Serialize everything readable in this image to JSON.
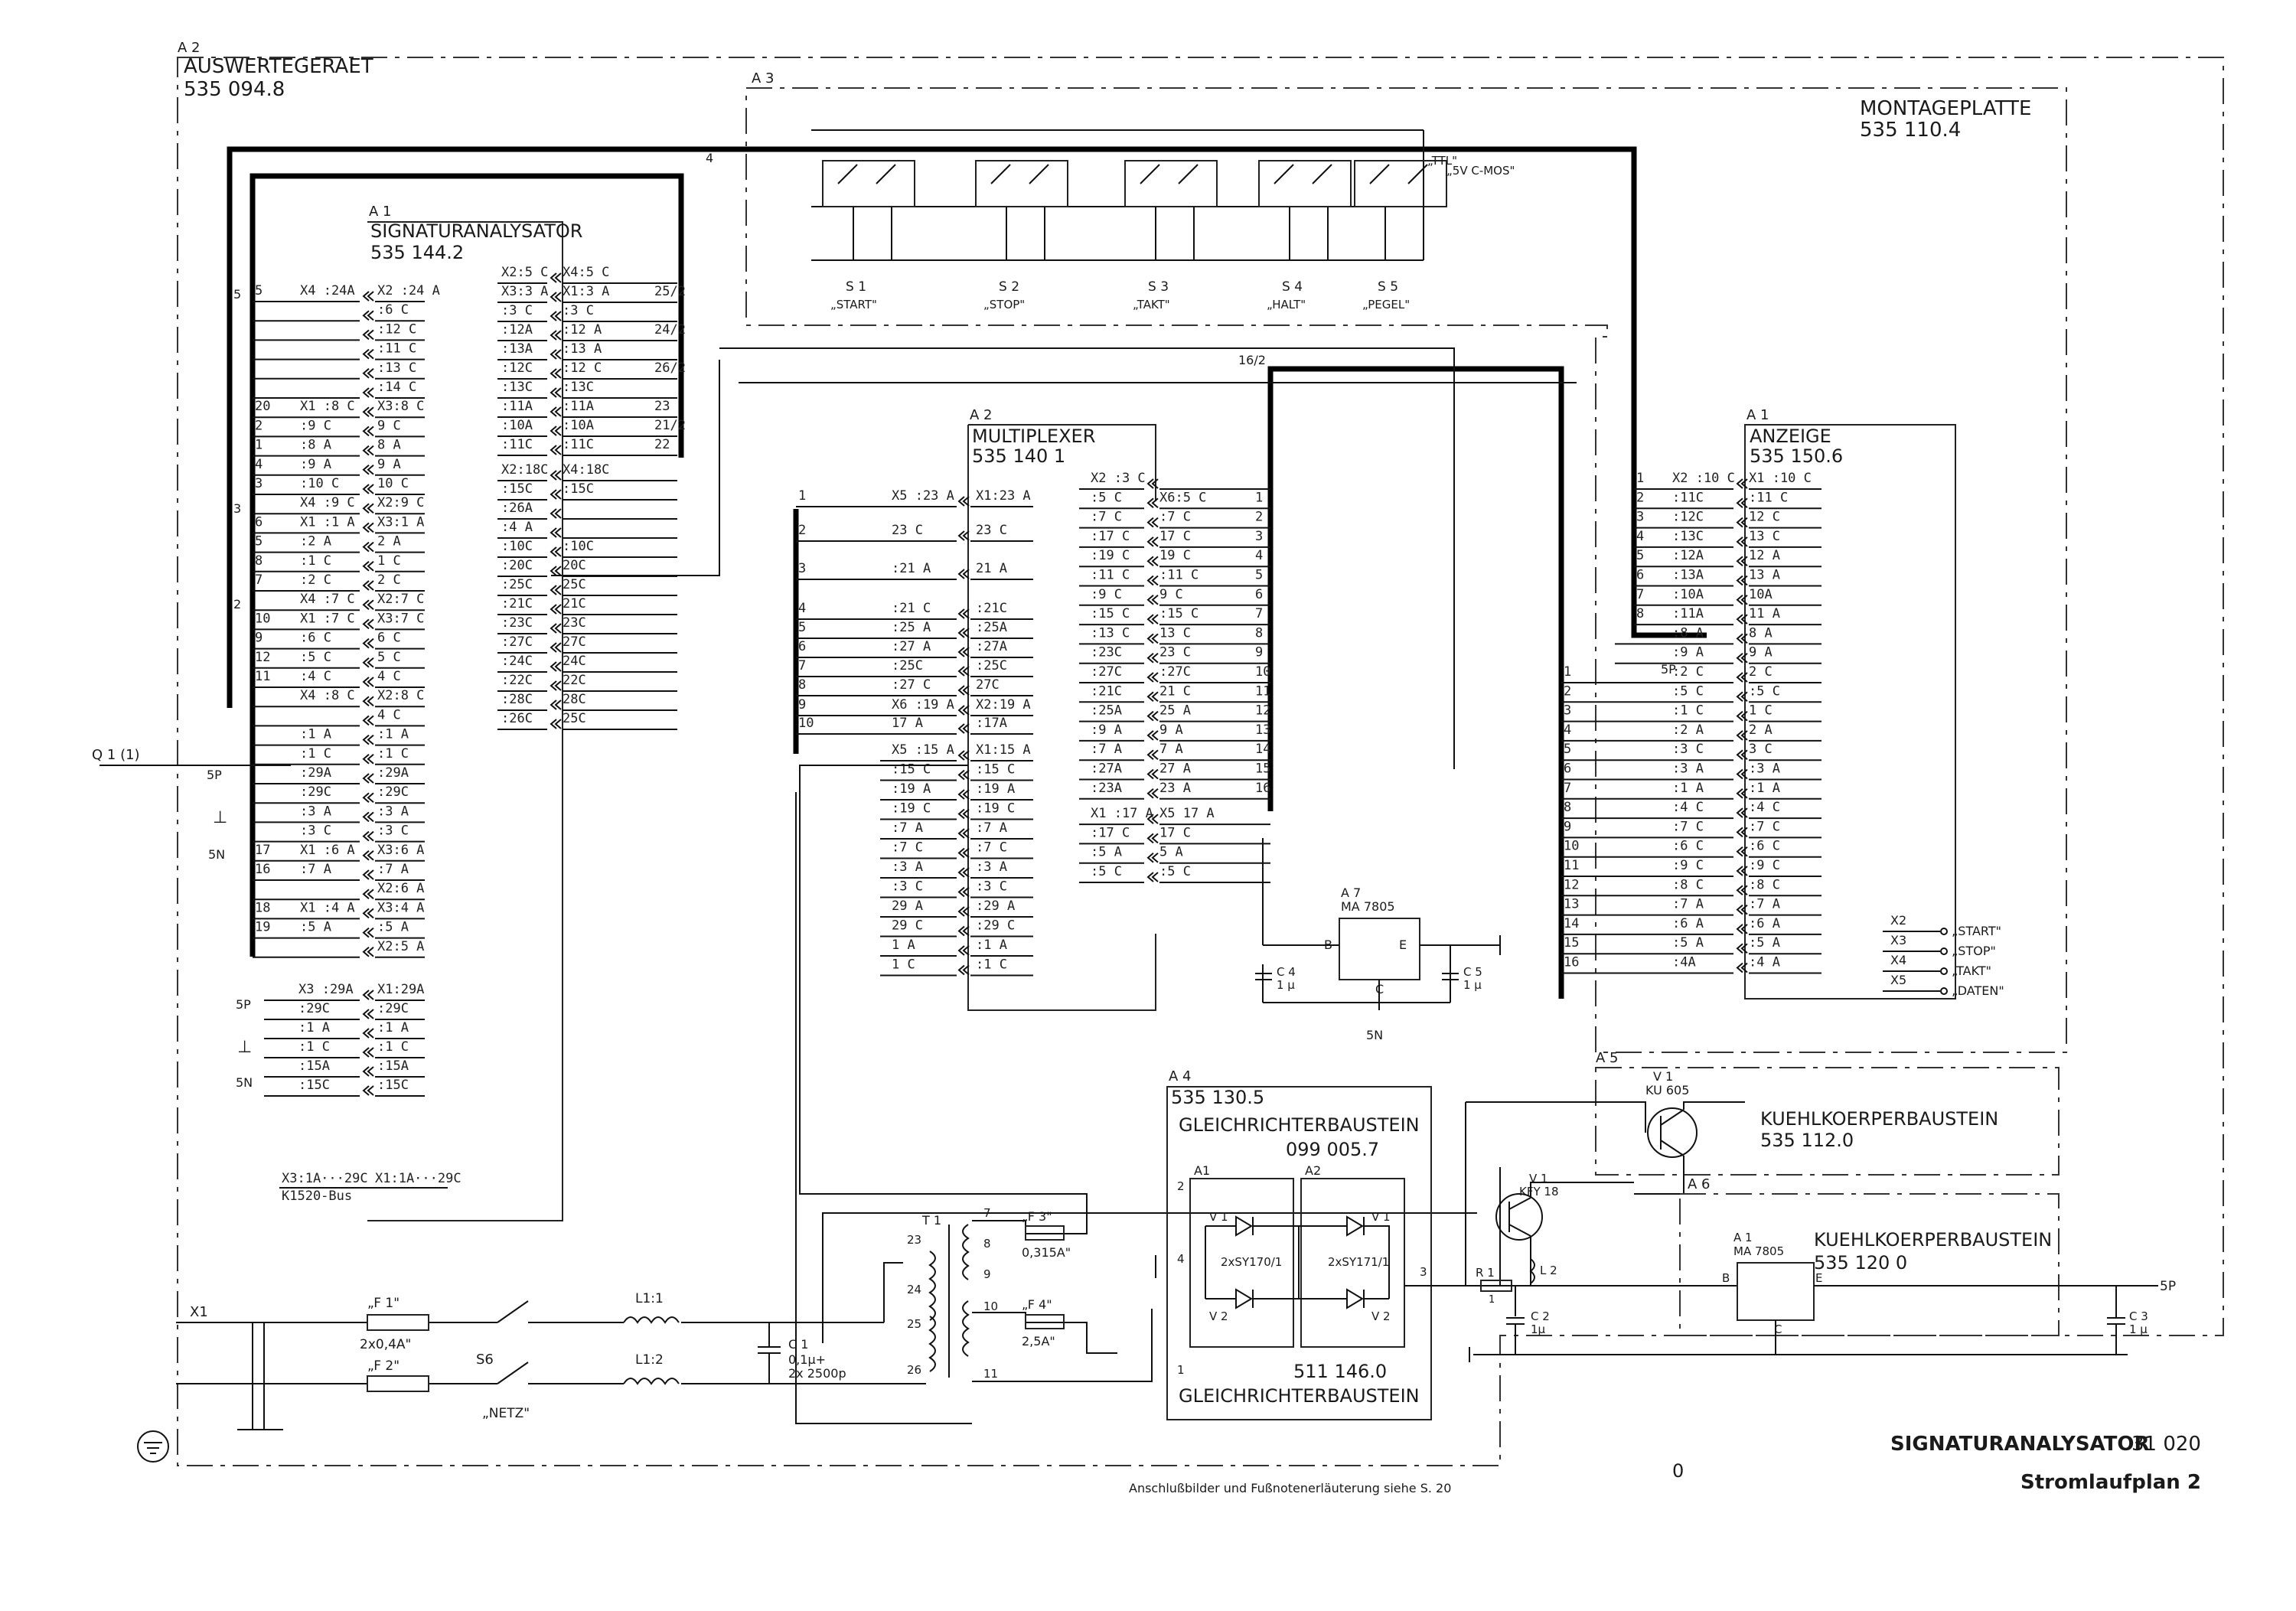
{
  "title_block": {
    "doc_title": "SIGNATURANALYSATOR",
    "doc_number": "31 020",
    "sheet_title": "Stromlaufplan 2",
    "page_marker": "0",
    "footnote": "Anschlußbilder und Fußnotenerläuterung siehe S. 20"
  },
  "modules": {
    "a2_ref": "A 2",
    "a2_name": "AUSWERTEGERAET",
    "a2_num": "535 094.8",
    "a3_ref": "A 3",
    "a3_name": "MONTAGEPLATTE",
    "a3_num": "535 110.4",
    "a1_ref": "A 1",
    "a1_name": "SIGNATURANALYSATOR",
    "a1_num": "535 144.2",
    "mux_ref": "A 2",
    "mux_name": "MULTIPLEXER",
    "mux_num": "535 140 1",
    "anz_ref": "A 1",
    "anz_name": "ANZEIGE",
    "anz_num": "535 150.6",
    "a7_ref": "A 7",
    "a7_name": "MA 7805",
    "a4_ref": "A 4",
    "a4_num": "535 130.5",
    "a4_name": "GLEICHRICHTERBAUSTEIN",
    "a4_sub": "099 005.7",
    "a4_sub2": "511 146.0",
    "a4_name2": "GLEICHRICHTERBAUSTEIN",
    "a5_ref": "A 5",
    "a5_name": "KUEHLKOERPERBAUSTEIN",
    "a5_num": "535 112.0",
    "a6_ref": "A 6",
    "a6_name": "KUEHLKOERPERBAUSTEIN",
    "a6_num": "535 120  0",
    "a6_reg_ref": "A 1",
    "a6_reg": "MA 7805"
  },
  "switches": [
    {
      "ref": "S 1",
      "name": "„START\""
    },
    {
      "ref": "S 2",
      "name": "„STOP\""
    },
    {
      "ref": "S 3",
      "name": "„TAKT\""
    },
    {
      "ref": "S 4",
      "name": "„HALT\""
    },
    {
      "ref": "S 5",
      "name": "„PEGEL\""
    }
  ],
  "switch_notes": {
    "ttl": "„TTL\"",
    "cmos": "„5V C-MOS\""
  },
  "bus_labels": {
    "b4": "4",
    "b5": "5",
    "b3": "3",
    "b2": "2",
    "b162": "16/2"
  },
  "a1_left_rows": [
    {
      "n": "5",
      "x4": "X4 :24A",
      "x2": "X2 :24 A"
    },
    {
      "n": "",
      "x4": "",
      "x2": ":6  C"
    },
    {
      "n": "",
      "x4": "",
      "x2": ":12 C"
    },
    {
      "n": "",
      "x4": "",
      "x2": ":11 C"
    },
    {
      "n": "",
      "x4": "",
      "x2": ":13 C"
    },
    {
      "n": "",
      "x4": "",
      "x2": ":14 C"
    },
    {
      "n": "20",
      "x4": "X1 :8  C",
      "x2": "X3:8  C"
    },
    {
      "n": "2",
      "x4": ":9  C",
      "x2": "9  C"
    },
    {
      "n": "1",
      "x4": ":8  A",
      "x2": "8  A"
    },
    {
      "n": "4",
      "x4": ":9  A",
      "x2": "9  A"
    },
    {
      "n": "3",
      "x4": ":10 C",
      "x2": "10 C"
    },
    {
      "n": "",
      "x4": "X4 :9  C",
      "x2": "X2:9  C"
    },
    {
      "n": "6",
      "x4": "X1 :1  A",
      "x2": "X3:1  A"
    },
    {
      "n": "5",
      "x4": ":2  A",
      "x2": "2  A"
    },
    {
      "n": "8",
      "x4": ":1  C",
      "x2": "1  C"
    },
    {
      "n": "7",
      "x4": ":2  C",
      "x2": "2  C"
    },
    {
      "n": "",
      "x4": "X4 :7  C",
      "x2": "X2:7  C"
    },
    {
      "n": "10",
      "x4": "X1 :7  C",
      "x2": "X3:7  C"
    },
    {
      "n": "9",
      "x4": ":6  C",
      "x2": "6  C"
    },
    {
      "n": "12",
      "x4": ":5  C",
      "x2": "5  C"
    },
    {
      "n": "11",
      "x4": ":4  C",
      "x2": "4  C"
    },
    {
      "n": "",
      "x4": "X4 :8  C",
      "x2": "X2:8  C"
    },
    {
      "n": "",
      "x4": "",
      "x2": "4  C"
    },
    {
      "n": "",
      "x4": ":1  A",
      "x2": ":1  A"
    },
    {
      "n": "",
      "x4": ":1  C",
      "x2": ":1  C"
    },
    {
      "n": "",
      "x4": ":29A",
      "x2": ":29A"
    },
    {
      "n": "",
      "x4": ":29C",
      "x2": ":29C"
    },
    {
      "n": "",
      "x4": ":3  A",
      "x2": ":3  A"
    },
    {
      "n": "",
      "x4": ":3  C",
      "x2": ":3  C"
    },
    {
      "n": "17",
      "x4": "X1 :6  A",
      "x2": "X3:6  A"
    },
    {
      "n": "16",
      "x4": ":7  A",
      "x2": ":7  A"
    },
    {
      "n": "",
      "x4": "",
      "x2": "X2:6  A"
    },
    {
      "n": "18",
      "x4": "X1 :4  A",
      "x2": "X3:4  A"
    },
    {
      "n": "19",
      "x4": ":5  A",
      "x2": ":5  A"
    },
    {
      "n": "",
      "x4": "",
      "x2": "X2:5  A"
    }
  ],
  "a1_mid_rows": [
    {
      "a": "X2:5  C",
      "b": "X4:5  C",
      "n": ""
    },
    {
      "a": "X3:3  A",
      "b": "X1:3  A",
      "n": "25/2"
    },
    {
      "a": ":3  C",
      "b": ":3  C",
      "n": ""
    },
    {
      "a": ":12A",
      "b": ":12 A",
      "n": "24/2"
    },
    {
      "a": ":13A",
      "b": ":13 A",
      "n": ""
    },
    {
      "a": ":12C",
      "b": ":12 C",
      "n": "26/2"
    },
    {
      "a": ":13C",
      "b": ":13C",
      "n": ""
    },
    {
      "a": ":11A",
      "b": ":11A",
      "n": "23"
    },
    {
      "a": ":10A",
      "b": ":10A",
      "n": "21/2"
    },
    {
      "a": ":11C",
      "b": ":11C",
      "n": "22"
    },
    {
      "a": "X2:18C",
      "b": "X4:18C",
      "n": ""
    },
    {
      "a": ":15C",
      "b": ":15C",
      "n": ""
    },
    {
      "a": ":26A",
      "b": "",
      "n": ""
    },
    {
      "a": ":4  A",
      "b": "",
      "n": ""
    },
    {
      "a": ":10C",
      "b": ":10C",
      "n": ""
    },
    {
      "a": ":20C",
      "b": "20C",
      "n": ""
    },
    {
      "a": ":25C",
      "b": "25C",
      "n": ""
    },
    {
      "a": ":21C",
      "b": "21C",
      "n": ""
    },
    {
      "a": ":23C",
      "b": "23C",
      "n": ""
    },
    {
      "a": ":27C",
      "b": "27C",
      "n": ""
    },
    {
      "a": ":24C",
      "b": "24C",
      "n": ""
    },
    {
      "a": ":22C",
      "b": "22C",
      "n": ""
    },
    {
      "a": ":28C",
      "b": "28C",
      "n": ""
    },
    {
      "a": ":26C",
      "b": "25C",
      "n": ""
    }
  ],
  "a1_low_rows": [
    {
      "a": "X3 :29A",
      "b": "X1:29A"
    },
    {
      "a": ":29C",
      "b": ":29C"
    },
    {
      "a": ":1  A",
      "b": ":1  A"
    },
    {
      "a": ":1  C",
      "b": ":1  C"
    },
    {
      "a": ":15A",
      "b": ":15A"
    },
    {
      "a": ":15C",
      "b": ":15C"
    }
  ],
  "k1520": {
    "a": "X3:1A···29C",
    "b": "X1:1A···29C",
    "bus": "K1520-Bus"
  },
  "mux_left_rows": [
    {
      "n": "1",
      "a": "X5 :23 A",
      "b": "X1:23 A"
    },
    {
      "n": "2",
      "a": "23 C",
      "b": "23 C"
    },
    {
      "n": "3",
      "a": ":21 A",
      "b": "21 A"
    },
    {
      "n": "4",
      "a": ":21 C",
      "b": ":21C"
    },
    {
      "n": "5",
      "a": ":25 A",
      "b": ":25A"
    },
    {
      "n": "6",
      "a": ":27 A",
      "b": ":27A"
    },
    {
      "n": "7",
      "a": ":25C",
      "b": ":25C"
    },
    {
      "n": "8",
      "a": ":27 C",
      "b": "27C"
    },
    {
      "n": "9",
      "a": "X6 :19 A",
      "b": "X2:19 A"
    },
    {
      "n": "10",
      "a": "17 A",
      "b": ":17A"
    }
  ],
  "mux_left_lower": [
    {
      "a": "X5 :15 A",
      "b": "X1:15 A"
    },
    {
      "a": ":15 C",
      "b": ":15 C"
    },
    {
      "a": ":19 A",
      "b": ":19 A"
    },
    {
      "a": ":19 C",
      "b": ":19 C"
    },
    {
      "a": ":7  A",
      "b": ":7  A"
    },
    {
      "a": ":7  C",
      "b": ":7  C"
    },
    {
      "a": ":3  A",
      "b": ":3  A"
    },
    {
      "a": ":3  C",
      "b": ":3  C"
    },
    {
      "a": "29 A",
      "b": ":29 A"
    },
    {
      "a": "29 C",
      "b": ":29 C"
    },
    {
      "a": "1  A",
      "b": ":1  A"
    },
    {
      "a": "1  C",
      "b": ":1  C"
    }
  ],
  "mux_right_rows": [
    {
      "a": "X2 :3  C",
      "b": "",
      "n": ""
    },
    {
      "a": ":5  C",
      "b": "X6:5  C",
      "n": "1"
    },
    {
      "a": ":7  C",
      "b": ":7  C",
      "n": "2"
    },
    {
      "a": ":17 C",
      "b": "17 C",
      "n": "3"
    },
    {
      "a": ":19 C",
      "b": "19 C",
      "n": "4"
    },
    {
      "a": ":11 C",
      "b": ":11 C",
      "n": "5"
    },
    {
      "a": ":9  C",
      "b": "9  C",
      "n": "6"
    },
    {
      "a": ":15 C",
      "b": ":15 C",
      "n": "7"
    },
    {
      "a": ":13 C",
      "b": "13 C",
      "n": "8"
    },
    {
      "a": ":23C",
      "b": "23 C",
      "n": "9"
    },
    {
      "a": ":27C",
      "b": ":27C",
      "n": "10"
    },
    {
      "a": ":21C",
      "b": "21 C",
      "n": "11"
    },
    {
      "a": ":25A",
      "b": "25 A",
      "n": "12"
    },
    {
      "a": ":9  A",
      "b": "9  A",
      "n": "13"
    },
    {
      "a": ":7  A",
      "b": "7  A",
      "n": "14"
    },
    {
      "a": ":27A",
      "b": "27 A",
      "n": "15"
    },
    {
      "a": ":23A",
      "b": "23 A",
      "n": "16"
    },
    {
      "a": "X1 :17 A",
      "b": "X5 17 A",
      "n": ""
    },
    {
      "a": ":17 C",
      "b": "17 C",
      "n": ""
    },
    {
      "a": ":5  A",
      "b": "5  A",
      "n": ""
    },
    {
      "a": ":5  C",
      "b": ":5  C",
      "n": ""
    }
  ],
  "anz_rows": [
    {
      "n": "1",
      "a": "X2 :10 C",
      "b": "X1 :10 C"
    },
    {
      "n": "2",
      "a": ":11C",
      "b": ":11 C"
    },
    {
      "n": "3",
      "a": ":12C",
      "b": "12 C"
    },
    {
      "n": "4",
      "a": ":13C",
      "b": "13 C"
    },
    {
      "n": "5",
      "a": ":12A",
      "b": "12 A"
    },
    {
      "n": "6",
      "a": ":13A",
      "b": "13 A"
    },
    {
      "n": "7",
      "a": ":10A",
      "b": "10A"
    },
    {
      "n": "8",
      "a": ":11A",
      "b": "11 A"
    },
    {
      "n": "",
      "a": ":8  A",
      "b": "8  A"
    },
    {
      "n": "",
      "a": ":9  A",
      "b": "9  A"
    },
    {
      "n": "1",
      "a": ":2  C",
      "b": "2  C"
    },
    {
      "n": "2",
      "a": ":5  C",
      "b": ":5  C"
    },
    {
      "n": "3",
      "a": ":1  C",
      "b": "1  C"
    },
    {
      "n": "4",
      "a": ":2  A",
      "b": "2  A"
    },
    {
      "n": "5",
      "a": ":3  C",
      "b": "3  C"
    },
    {
      "n": "6",
      "a": ":3  A",
      "b": ":3  A"
    },
    {
      "n": "7",
      "a": ":1  A",
      "b": ":1  A"
    },
    {
      "n": "8",
      "a": ":4  C",
      "b": ":4  C"
    },
    {
      "n": "9",
      "a": ":7  C",
      "b": ":7  C"
    },
    {
      "n": "10",
      "a": ":6  C",
      "b": ":6  C"
    },
    {
      "n": "11",
      "a": ":9  C",
      "b": ":9  C"
    },
    {
      "n": "12",
      "a": ":8  C",
      "b": ":8  C"
    },
    {
      "n": "13",
      "a": ":7  A",
      "b": ":7  A"
    },
    {
      "n": "14",
      "a": ":6  A",
      "b": ":6  A"
    },
    {
      "n": "15",
      "a": ":5  A",
      "b": ":5  A"
    },
    {
      "n": "16",
      "a": ":4A",
      "b": ":4  A"
    }
  ],
  "anz_outputs": [
    {
      "x": "X2",
      "label": "„START\""
    },
    {
      "x": "X3",
      "label": "„STOP\""
    },
    {
      "x": "X4",
      "label": "„TAKT\""
    },
    {
      "x": "X5",
      "label": "„DATEN\""
    }
  ],
  "rails": {
    "p5": "5P",
    "n5": "5N",
    "gnd": "⊥",
    "q1": "Q 1 (1)"
  },
  "power": {
    "x1": "X1",
    "f1": "„F 1\"",
    "f1v": "2x0,4A\"",
    "f2": "„F 2\"",
    "s6": "S6",
    "netz": "„NETZ\"",
    "l11": "L1:1",
    "l12": "L1:2",
    "c1": "C 1",
    "c1v": "0,1μ+",
    "c1v2": "2x 2500p",
    "t1": "T 1",
    "t_pins": [
      "7",
      "8",
      "9",
      "10",
      "11",
      "23",
      "24",
      "25",
      "26"
    ],
    "f3": "„F 3\"",
    "f3v": "0,315A\"",
    "f4": "„F 4\"",
    "f4v": "2,5A\"",
    "d_a1": "A1",
    "d_a2": "A2",
    "v1": "V 1",
    "v2": "V 2",
    "d_type1": "2xSY170/1",
    "d_type2": "2xSY171/1",
    "n1": "1",
    "n2": "2",
    "n3": "3",
    "n4": "4",
    "a7_b": "B",
    "a7_e": "E",
    "a7_c": "C",
    "c4": "C 4",
    "c4v": "1 μ",
    "c5": "C 5",
    "c5v": "1 μ",
    "v1k": "V 1",
    "v1kt": "KFY 18",
    "v1ku": "V 1",
    "v1kut": "KU 605",
    "r1": "R 1",
    "r1v": "1",
    "l2": "L 2",
    "c2": "C 2",
    "c2v": "1μ",
    "c3": "C 3",
    "c3v": "1 μ",
    "p5out": "5P"
  }
}
